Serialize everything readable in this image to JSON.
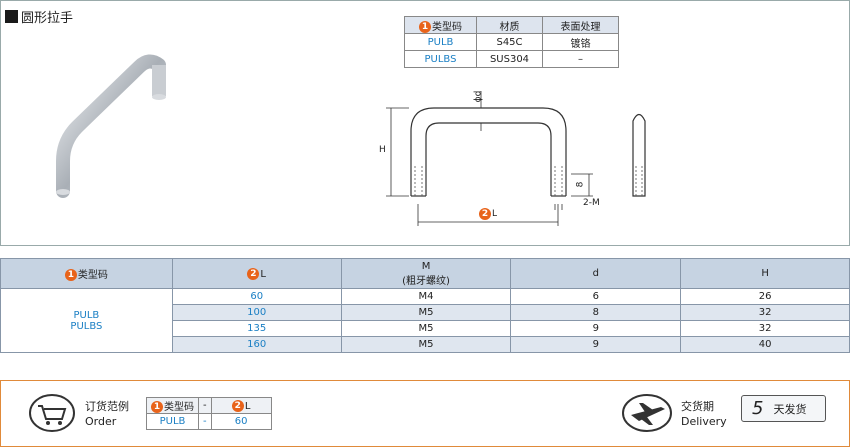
{
  "header": {
    "title": "圆形拉手"
  },
  "material_table": {
    "headers": [
      "类型码",
      "材质",
      "表面处理"
    ],
    "rows": [
      [
        "PULB",
        "S45C",
        "镀铬"
      ],
      [
        "PULBS",
        "SUS304",
        "–"
      ]
    ]
  },
  "drawing": {
    "phi_d": "ϕd",
    "h": "H",
    "l": "L",
    "eight": "8",
    "m": "2-M"
  },
  "spec_table": {
    "headers": [
      "类型码",
      "L",
      "M",
      "(粗牙螺纹)",
      "d",
      "H"
    ],
    "type_codes": [
      "PULB",
      "PULBS"
    ],
    "rows": [
      {
        "L": "60",
        "M": "M4",
        "d": "6",
        "H": "26"
      },
      {
        "L": "100",
        "M": "M5",
        "d": "8",
        "H": "32"
      },
      {
        "L": "135",
        "M": "M5",
        "d": "9",
        "H": "32"
      },
      {
        "L": "160",
        "M": "M5",
        "d": "9",
        "H": "40"
      }
    ]
  },
  "order": {
    "label": "订货范例",
    "label_en": "Order",
    "headers": [
      "类型码",
      "-",
      "L"
    ],
    "values": [
      "PULB",
      "-",
      "60"
    ]
  },
  "delivery": {
    "label": "交货期",
    "label_en": "Delivery",
    "days": "5",
    "days_label": "天发货"
  },
  "badges": {
    "one": "1",
    "two": "2"
  }
}
